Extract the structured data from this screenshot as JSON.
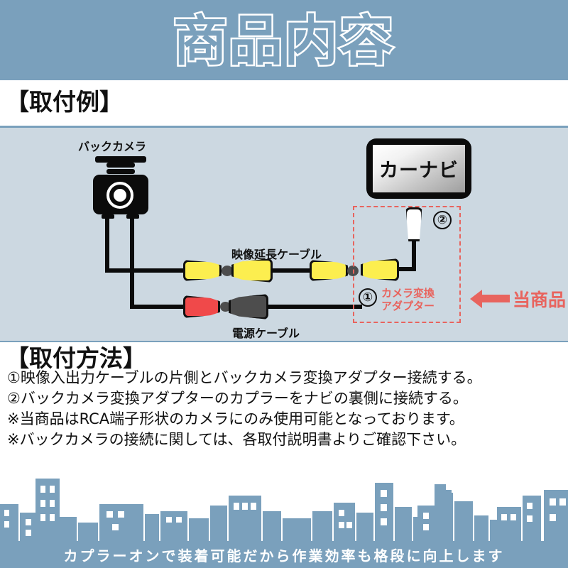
{
  "header": {
    "title": "商品内容",
    "bg_color": "#7aa0bc",
    "text_outline_color": "#ffffff"
  },
  "section_example": {
    "title": "【取付例】"
  },
  "diagram": {
    "bg_color": "#ccd8e1",
    "border_color": "#7aa0bc",
    "camera_label": "バックカメラ",
    "video_cable_label": "映像延長ケーブル",
    "power_cable_label": "電源ケーブル",
    "navi_label": "カーナビ",
    "adapter_label_line1": "カメラ変換",
    "adapter_label_line2": "アダプター",
    "step1": "①",
    "step2": "②",
    "product_callout": "当商品",
    "callout_color": "#e8645e",
    "connector_colors": {
      "video": "#fcee4f",
      "power_red": "#f0494a",
      "power_gray": "#4d4d4d",
      "coupler": "#ffffff",
      "wire": "#0b0b0b"
    }
  },
  "section_howto": {
    "title": "【取付方法】",
    "lines": [
      "①映像入出力ケーブルの片側とバックカメラ変換アダプター接続する。",
      "②バックカメラ変換アダプターのカプラーをナビの裏側に接続する。",
      "※当商品はRCA端子形状のカメラにのみ使用可能となっております。",
      "※バックカメラの接続に関しては、各取付説明書よりご確認下さい。"
    ]
  },
  "footer": {
    "tagline": "カプラーオンで装着可能だから作業効率も格段に向上します",
    "bar_color": "#7aa0bc",
    "building_color": "#7aa0bc"
  }
}
